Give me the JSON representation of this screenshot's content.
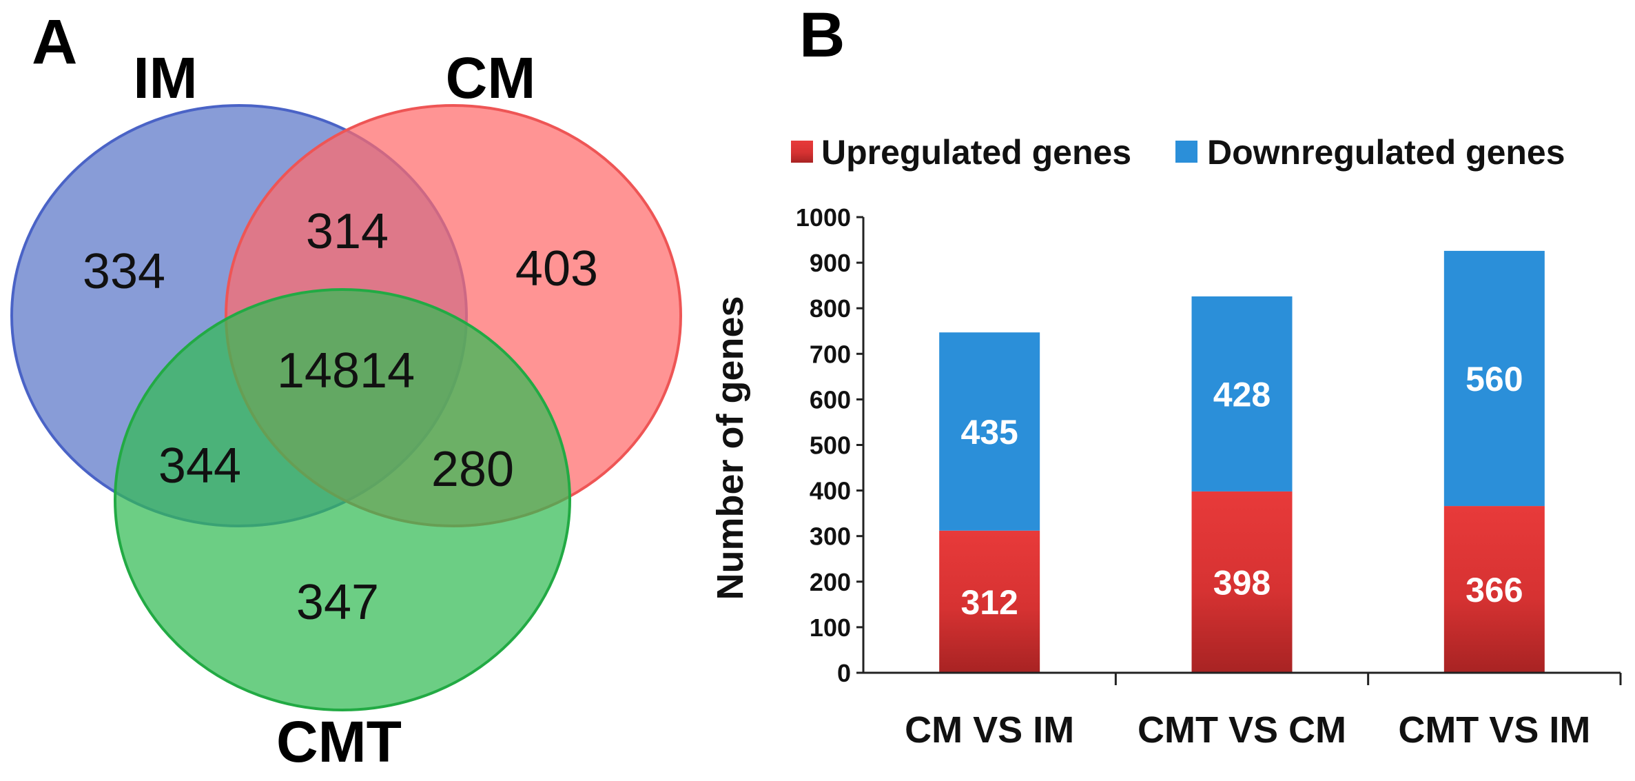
{
  "panels": {
    "a": {
      "letter": "A"
    },
    "b": {
      "letter": "B"
    }
  },
  "venn": {
    "sets": [
      {
        "name": "IM",
        "color": "#6680cc"
      },
      {
        "name": "CM",
        "color": "#ff6b6b"
      },
      {
        "name": "CMT",
        "color": "#33bb55"
      }
    ],
    "regions": {
      "im_only": "334",
      "im_cm": "314",
      "cm_only": "403",
      "all_three": "14814",
      "im_cmt": "344",
      "cm_cmt": "280",
      "cmt_only": "347"
    }
  },
  "chart_data": {
    "type": "bar",
    "stacked": true,
    "categories": [
      "CM VS IM",
      "CMT VS CM",
      "CMT VS IM"
    ],
    "series": [
      {
        "name": "Upregulated genes",
        "values": [
          312,
          398,
          366
        ],
        "color": "#dd3333"
      },
      {
        "name": "Downregulated genes",
        "values": [
          435,
          428,
          560
        ],
        "color": "#2b8fd9"
      }
    ],
    "ylabel": "Number of genes",
    "ylim": [
      0,
      1000
    ],
    "yticks": [
      0,
      100,
      200,
      300,
      400,
      500,
      600,
      700,
      800,
      900,
      1000
    ],
    "legend": "top",
    "grid": false
  }
}
